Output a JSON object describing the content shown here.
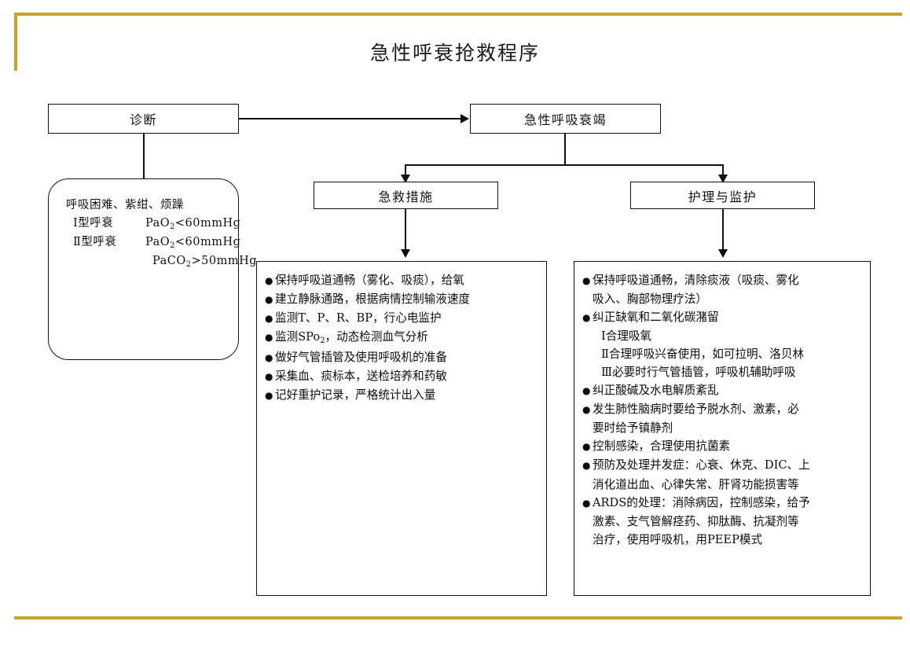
{
  "title": "急性呼衰抢救程序",
  "theme": {
    "rule_color": "#c9a227",
    "line_color": "#111111",
    "text_color": "#111111"
  },
  "nodes": {
    "diagnosis": "诊断",
    "condition": "急性呼吸衰竭",
    "emergency": "急救措施",
    "nursing": "护理与监护"
  },
  "criteria": {
    "symptoms": "呼吸困难、紫绀、烦躁",
    "type1_label": "Ⅰ型呼衰",
    "type1_value_pre": "PaO",
    "type1_value_sub": "2",
    "type1_value_post": "<60mmHg",
    "type2_label": "Ⅱ型呼衰",
    "type2_value_pre": "PaO",
    "type2_value_sub": "2",
    "type2_value_post": "<60mmHg",
    "type2_value2_pre": "PaCO",
    "type2_value2_sub": "2",
    "type2_value2_post": ">50mmHg"
  },
  "emergency_items": {
    "i1": "保持呼吸道通畅（雾化、吸痰），给氧",
    "i2": "建立静脉通路，根据病情控制输液速度",
    "i3": "监测T、P、R、BP，行心电监护",
    "i4_pre": "监测SPo",
    "i4_sub": "2",
    "i4_post": "，动态检测血气分析",
    "i5": "做好气管插管及使用呼吸机的准备",
    "i6": "采集血、痰标本，送检培养和药敏",
    "i7": "记好重护记录，严格统计出入量"
  },
  "nursing_items": {
    "n1_a": "保持呼吸道通畅，清除痰液（吸痰、雾化",
    "n1_b": "吸入、胸部物理疗法）",
    "n2": "纠正缺氧和二氧化碳潴留",
    "n2_s1": "Ⅰ合理吸氧",
    "n2_s2": "Ⅱ合理呼吸兴奋使用，如可拉明、洛贝林",
    "n2_s3": "Ⅲ必要时行气管插管，呼吸机辅助呼吸",
    "n3": "纠正酸碱及水电解质紊乱",
    "n4_a": "发生肺性脑病时要给予脱水剂、激素，必",
    "n4_b": "要时给予镇静剂",
    "n5": "控制感染，合理使用抗菌素",
    "n6_a": "预防及处理并发症：心衰、休克、DIC、上",
    "n6_b": "消化道出血、心律失常、肝肾功能损害等",
    "n7_a": "ARDS的处理：消除病因，控制感染，给予",
    "n7_b": "激素、支气管解痉药、抑肽酶、抗凝剂等",
    "n7_c": "治疗，使用呼吸机，用PEEP模式"
  }
}
